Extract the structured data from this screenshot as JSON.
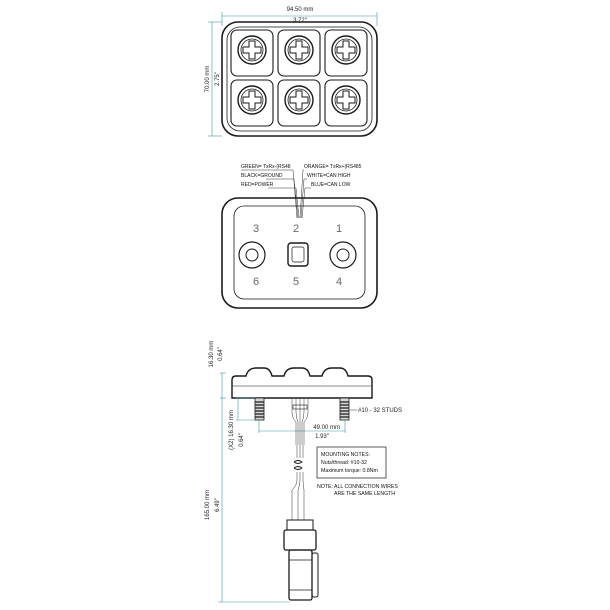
{
  "top_view": {
    "width_mm": "94.50 mm",
    "width_in": "3.72\"",
    "height_mm": "70.00 mm",
    "height_in": "2.75\""
  },
  "connector_view": {
    "wire_labels_left": [
      "GREEN= TxRx-(RS48",
      "BLACK=GROUND",
      "RED=POWER"
    ],
    "wire_labels_right": [
      "ORANGE= TxRx+(RS485",
      "WHITE=CAN HIGH",
      "BLUE=CAN LOW"
    ],
    "pins": [
      "1",
      "2",
      "3",
      "4",
      "5",
      "6"
    ]
  },
  "side_view": {
    "height_mm": "16.30 mm",
    "height_in": "0.64\"",
    "stud_mm": "(X2) 16.30 mm",
    "stud_in": "0.64\"",
    "stud_label": "#10 - 32 STUDS",
    "spacing_mm": "49.00 mm",
    "spacing_in": "1.93\"",
    "cable_mm": "165.00 mm",
    "cable_in": "6.49\""
  },
  "mounting_notes": {
    "title": "MOUNTING NOTES:",
    "lines": [
      "Nuts/thread: #10-32",
      "Maximum torque: 0.8Nm"
    ]
  },
  "wire_note": [
    "NOTE:  ALL CONNECTION WIRES",
    "ARE THE SAME LENGTH"
  ]
}
